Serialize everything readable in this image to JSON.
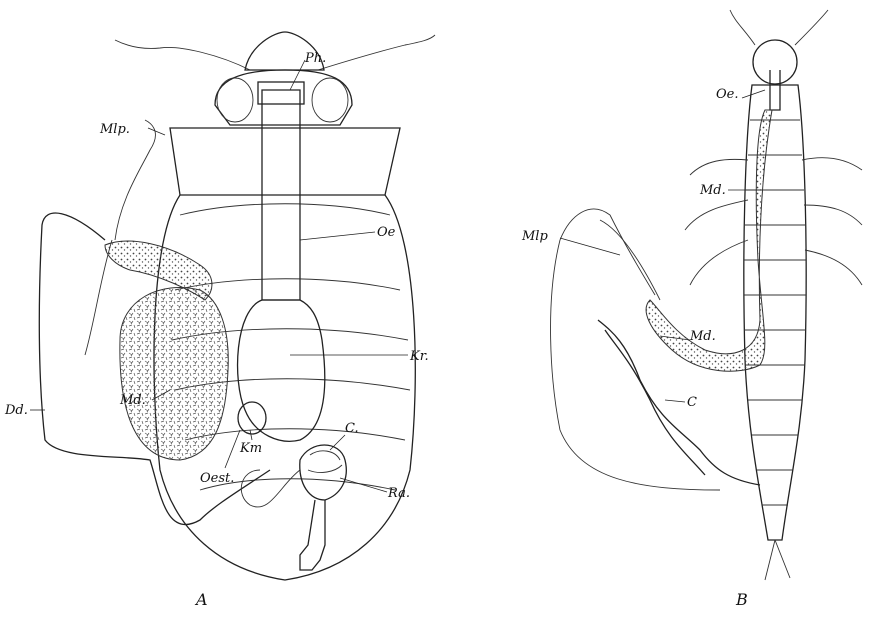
{
  "figure_a": {
    "panel_label": "A",
    "labels": {
      "ph": "Ph.",
      "mlp": "Mlp.",
      "oe": "Oe",
      "kr": "Kr.",
      "dd": "Dd.",
      "md": "Md.",
      "km": "Km",
      "oest": "Oest.",
      "c": "C.",
      "ra": "Ra."
    }
  },
  "figure_b": {
    "panel_label": "B",
    "labels": {
      "oe": "Oe.",
      "md_upper": "Md.",
      "mlp": "Mlp",
      "md_lower": "Md.",
      "c": "C"
    }
  }
}
